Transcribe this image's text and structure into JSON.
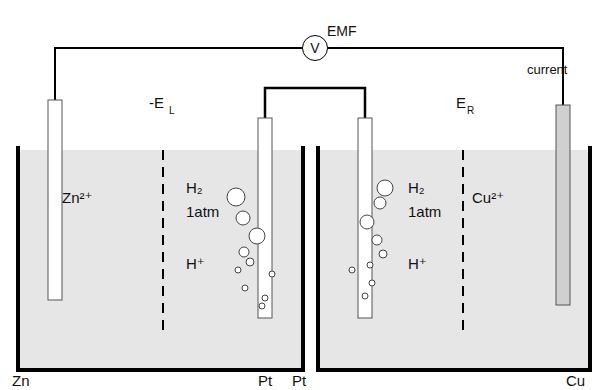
{
  "diagram": {
    "nodes": [
      {
        "text": [
          "V"
        ]
      }
    ],
    "labels": [
      "EMF",
      "current",
      "-E",
      "L",
      "E",
      "R",
      "Zn²⁺",
      "H₂",
      "1atm",
      "H⁺",
      "H₂",
      "1atm",
      "H⁺",
      "Cu²⁺",
      "Zn",
      "Pt",
      "Pt",
      "Cu"
    ]
  }
}
